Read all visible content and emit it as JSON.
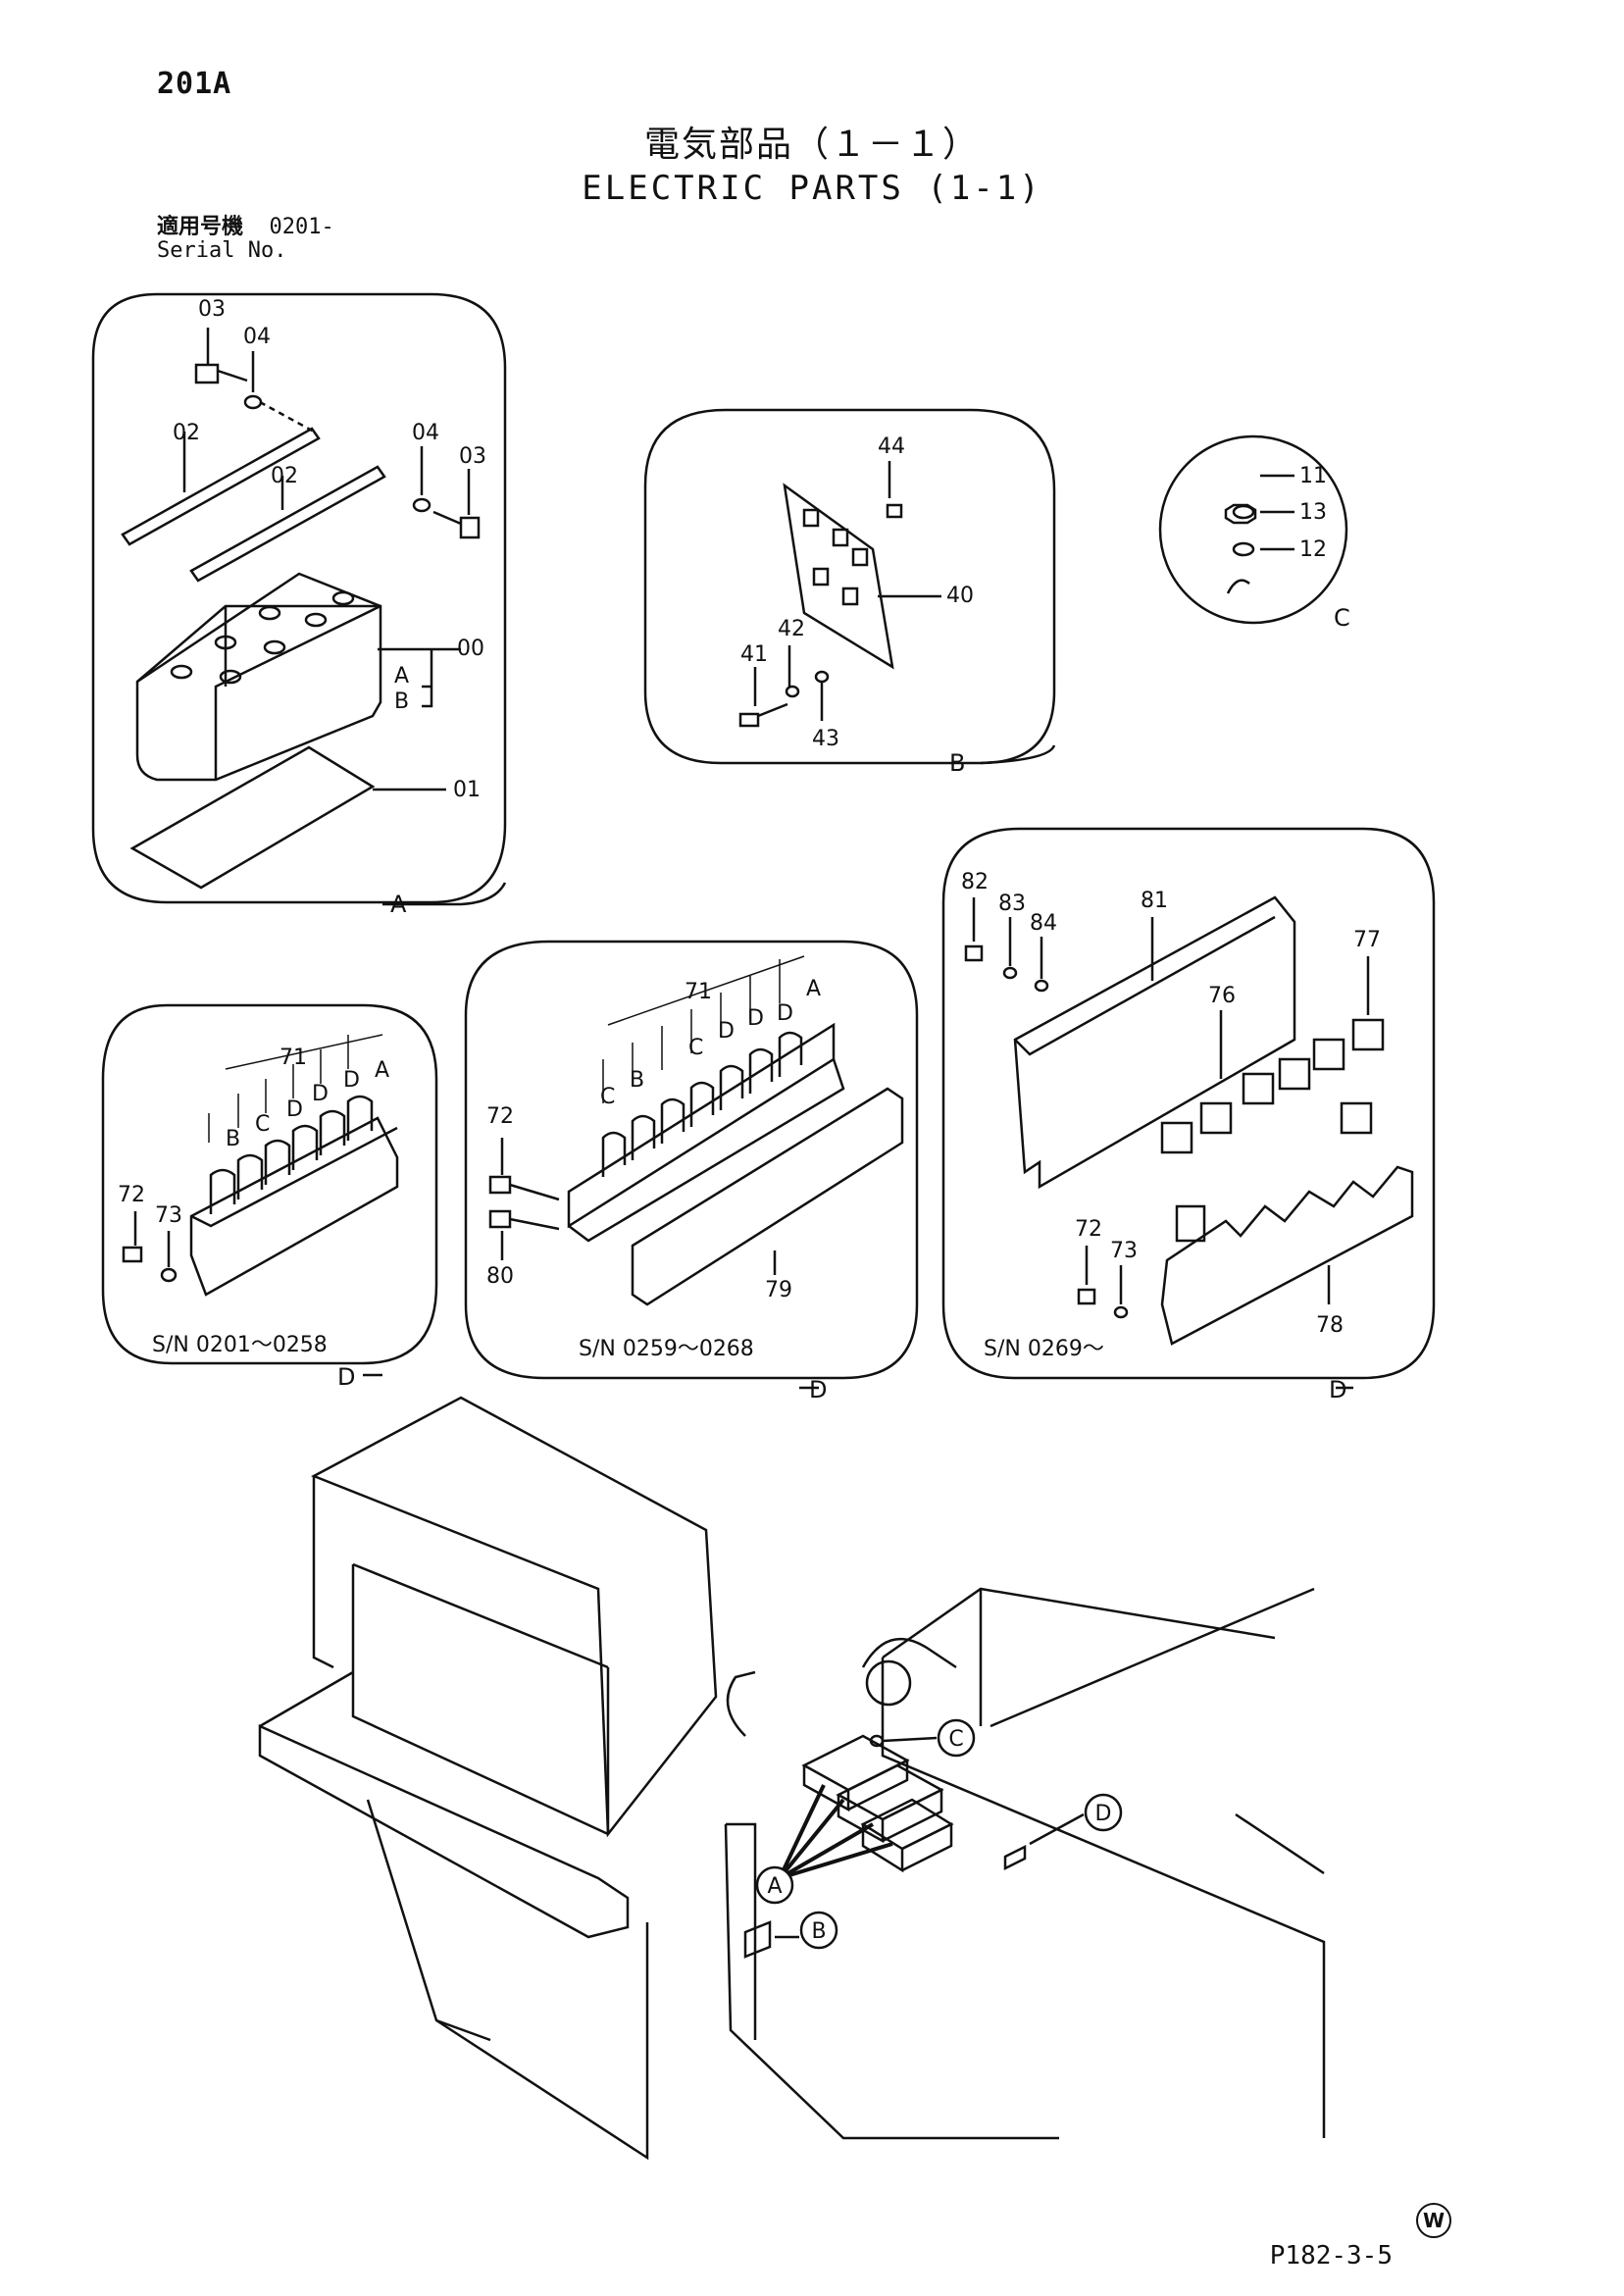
{
  "header": {
    "page_code": "201A",
    "title_jp": "電気部品（１－１）",
    "title_en": "ELECTRIC PARTS (1-1)",
    "serial_label_jp": "適用号機",
    "serial_value": "0201-",
    "serial_label_en": "Serial No."
  },
  "panels": {
    "A": {
      "letter": "A",
      "labels": [
        "03",
        "04",
        "02",
        "02",
        "04",
        "03",
        "00",
        "A",
        "B",
        "01"
      ]
    },
    "B": {
      "letter": "B",
      "labels": [
        "44",
        "40",
        "41",
        "42",
        "43"
      ]
    },
    "C": {
      "letter": "C",
      "labels": [
        "11",
        "13",
        "12"
      ]
    },
    "D1": {
      "letter": "D",
      "serial_range": "S/N  0201～0258",
      "labels": [
        "71",
        "A",
        "D",
        "D",
        "D",
        "C",
        "B",
        "72",
        "73"
      ]
    },
    "D2": {
      "letter": "D",
      "serial_range": "S/N  0259～0268",
      "labels": [
        "71",
        "A",
        "D",
        "D",
        "D",
        "C",
        "B",
        "C",
        "72",
        "80",
        "79"
      ]
    },
    "D3": {
      "letter": "D",
      "serial_range": "S/N  0269～",
      "labels": [
        "82",
        "83",
        "84",
        "81",
        "77",
        "76",
        "72",
        "73",
        "78"
      ]
    }
  },
  "overview": {
    "callouts": [
      "C",
      "D",
      "A",
      "B"
    ]
  },
  "footer": {
    "doc_ref": "P182-3-5",
    "mark": "W"
  }
}
